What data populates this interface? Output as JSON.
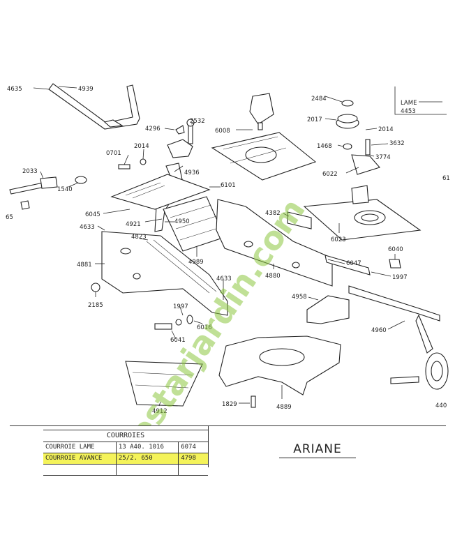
{
  "parts": [
    {
      "id": "4635",
      "label": "4635"
    },
    {
      "id": "4939",
      "label": "4939"
    },
    {
      "id": "4296",
      "label": "4296"
    },
    {
      "id": "2532",
      "label": "2532"
    },
    {
      "id": "0701",
      "label": "0701"
    },
    {
      "id": "2014a",
      "label": "2014"
    },
    {
      "id": "4936",
      "label": "4936"
    },
    {
      "id": "2033",
      "label": "2033"
    },
    {
      "id": "1540",
      "label": "1540"
    },
    {
      "id": "65",
      "label": "65"
    },
    {
      "id": "6008",
      "label": "6008"
    },
    {
      "id": "6101",
      "label": "6101"
    },
    {
      "id": "6045",
      "label": "6045"
    },
    {
      "id": "4921",
      "label": "4921"
    },
    {
      "id": "4950",
      "label": "4950"
    },
    {
      "id": "4633a",
      "label": "4633"
    },
    {
      "id": "4823",
      "label": "4823"
    },
    {
      "id": "4881",
      "label": "4881"
    },
    {
      "id": "4989",
      "label": "4989"
    },
    {
      "id": "4633b",
      "label": "4633"
    },
    {
      "id": "2185",
      "label": "2185"
    },
    {
      "id": "1997a",
      "label": "1997"
    },
    {
      "id": "6016",
      "label": "6016"
    },
    {
      "id": "6041",
      "label": "6041"
    },
    {
      "id": "2484",
      "label": "2484"
    },
    {
      "id": "2017",
      "label": "2017"
    },
    {
      "id": "2014b",
      "label": "2014"
    },
    {
      "id": "1468",
      "label": "1468"
    },
    {
      "id": "3632",
      "label": "3632"
    },
    {
      "id": "3774",
      "label": "3774"
    },
    {
      "id": "6022",
      "label": "6022"
    },
    {
      "id": "61",
      "label": "61"
    },
    {
      "id": "4382",
      "label": "4382"
    },
    {
      "id": "6023",
      "label": "6023"
    },
    {
      "id": "4880",
      "label": "4880"
    },
    {
      "id": "6040",
      "label": "6040"
    },
    {
      "id": "6047",
      "label": "6047"
    },
    {
      "id": "1997b",
      "label": "1997"
    },
    {
      "id": "4958",
      "label": "4958"
    },
    {
      "id": "4960",
      "label": "4960"
    },
    {
      "id": "4912",
      "label": "4912"
    },
    {
      "id": "1829",
      "label": "1829"
    },
    {
      "id": "4889",
      "label": "4889"
    },
    {
      "id": "440",
      "label": "440"
    }
  ],
  "callout": {
    "lame_label": "LAME",
    "lame_ref": "4453"
  },
  "table": {
    "title": "COURROIES",
    "rows": [
      {
        "name": "COURROIE LAME",
        "ref": "13 A40. 1016",
        "code": "6074",
        "highlighted": false
      },
      {
        "name": "COURROIE AVANCE",
        "ref": "25/2. 650",
        "code": "4798",
        "highlighted": true
      }
    ]
  },
  "model": {
    "name": "ARIANE"
  },
  "watermark": {
    "text": "forestarjardin.com",
    "color_green": "#8cc63f",
    "color_orange": "#f7941d"
  },
  "colors": {
    "ink": "#222222",
    "highlight": "#f4f35a"
  }
}
